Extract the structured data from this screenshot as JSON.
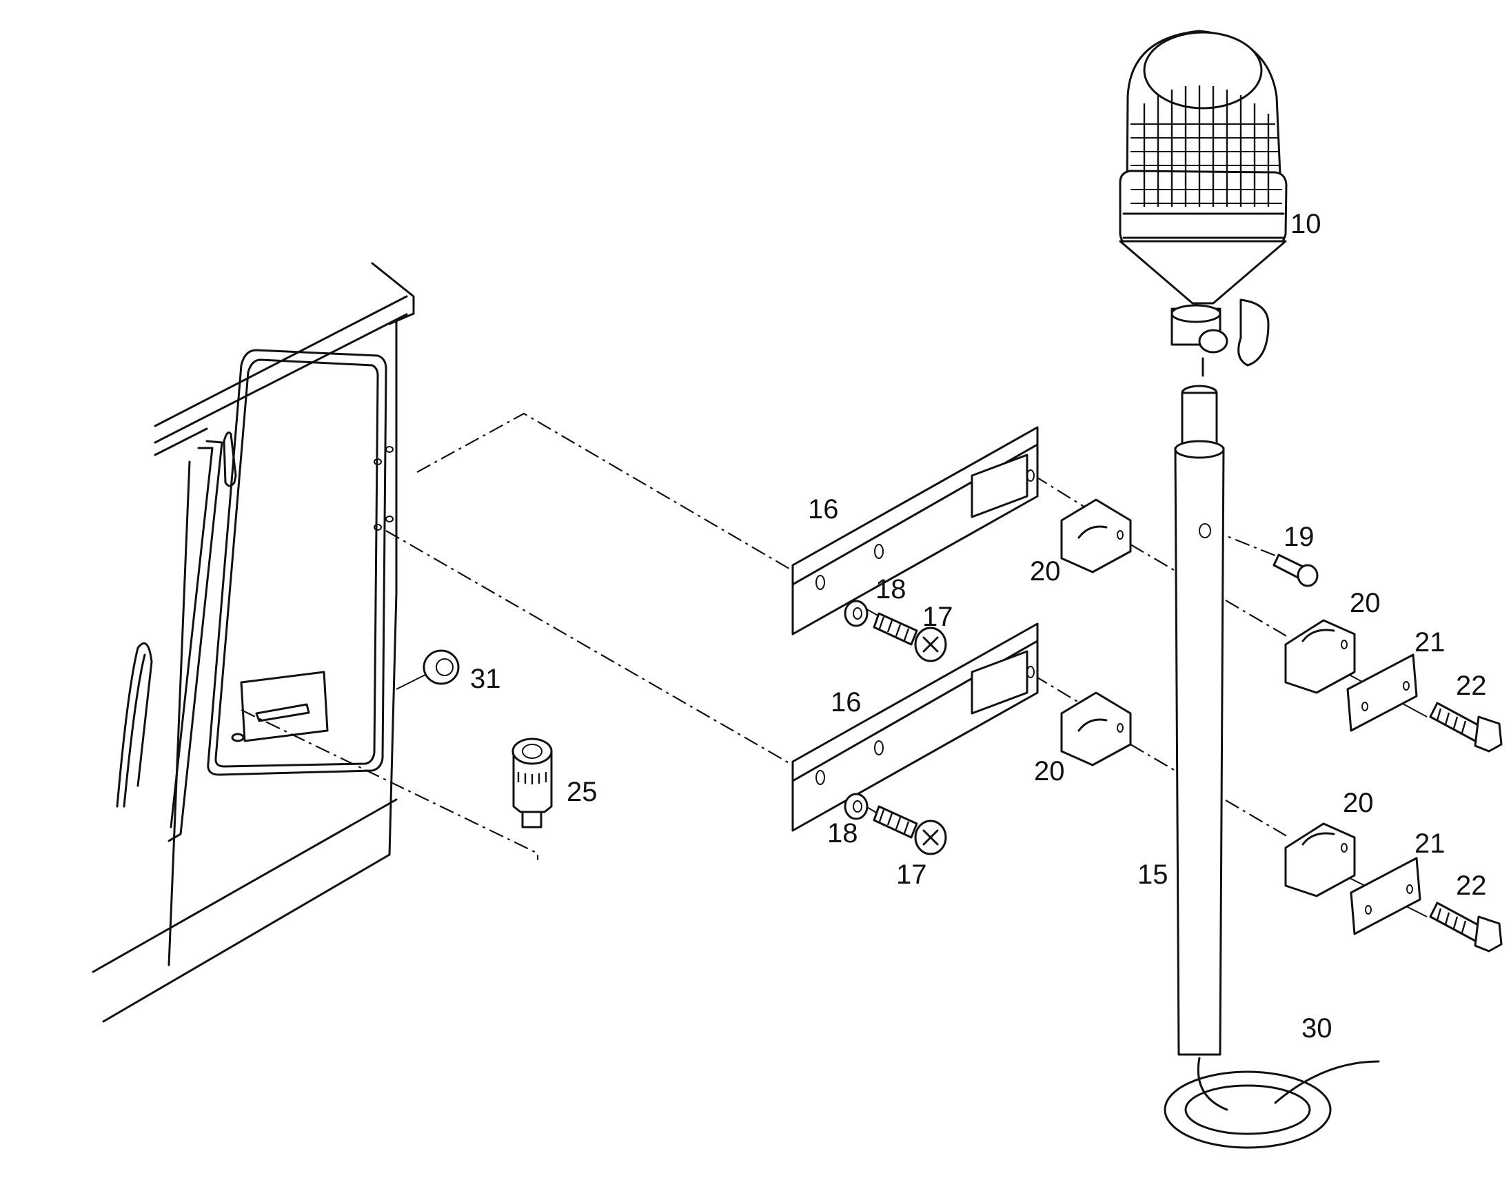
{
  "figure": {
    "callouts": [
      {
        "id": "c10",
        "text": "10"
      },
      {
        "id": "c15",
        "text": "15"
      },
      {
        "id": "c16a",
        "text": "16"
      },
      {
        "id": "c16b",
        "text": "16"
      },
      {
        "id": "c17a",
        "text": "17"
      },
      {
        "id": "c17b",
        "text": "17"
      },
      {
        "id": "c18a",
        "text": "18"
      },
      {
        "id": "c18b",
        "text": "18"
      },
      {
        "id": "c19",
        "text": "19"
      },
      {
        "id": "c20a",
        "text": "20"
      },
      {
        "id": "c20b",
        "text": "20"
      },
      {
        "id": "c20c",
        "text": "20"
      },
      {
        "id": "c20d",
        "text": "20"
      },
      {
        "id": "c21a",
        "text": "21"
      },
      {
        "id": "c21b",
        "text": "21"
      },
      {
        "id": "c22a",
        "text": "22"
      },
      {
        "id": "c22b",
        "text": "22"
      },
      {
        "id": "c25",
        "text": "25"
      },
      {
        "id": "c30",
        "text": "30"
      },
      {
        "id": "c31",
        "text": "31"
      }
    ]
  }
}
